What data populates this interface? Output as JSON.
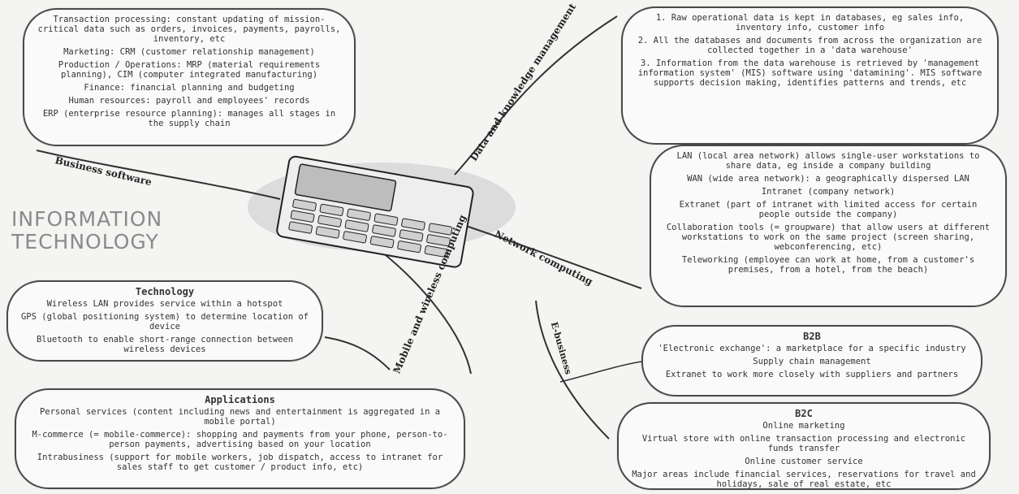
{
  "title": {
    "line1": "INFORMATION",
    "line2": "TECHNOLOGY"
  },
  "branches": {
    "business": "Business software",
    "data": "Data and knowledge management",
    "network": "Network computing",
    "mobile": "Mobile and wireless computing",
    "ebusiness": "E-business"
  },
  "business_software": {
    "items": [
      "Transaction processing: constant updating of mission-critical data such as orders, invoices, payments, payrolls, inventory, etc",
      "Marketing: CRM (customer relationship management)",
      "Production / Operations: MRP (material requirements planning), CIM (computer integrated manufacturing)",
      "Finance: financial planning and budgeting",
      "Human resources: payroll and employees' records",
      "ERP (enterprise resource planning): manages all stages in the supply chain"
    ]
  },
  "data_management": {
    "items": [
      "1. Raw operational data is kept in databases, eg sales info, inventory info, customer info",
      "2. All the databases and documents from across the organization are collected together in a 'data warehouse'",
      "3. Information from the data warehouse is retrieved by 'management information system' (MIS) software using 'datamining'. MIS software supports decision making, identifies patterns and trends, etc"
    ]
  },
  "network_computing": {
    "items": [
      "LAN (local area network) allows single-user workstations to share data, eg inside a company building",
      "WAN (wide area network): a geographically dispersed LAN",
      "Intranet (company network)",
      "Extranet (part of intranet with limited access for certain people outside the company)",
      "Collaboration tools (= groupware) that allow users at different workstations to work on the same project (screen sharing, webconferencing, etc)",
      "Teleworking (employee can work at home, from a customer's premises, from a hotel, from the beach)"
    ]
  },
  "technology": {
    "heading": "Technology",
    "items": [
      "Wireless LAN provides service within a hotspot",
      "GPS (global positioning system) to determine location of device",
      "Bluetooth to enable short-range connection between wireless devices"
    ]
  },
  "applications": {
    "heading": "Applications",
    "items": [
      "Personal services (content including news and entertainment is aggregated in a mobile portal)",
      "M-commerce (= mobile-commerce): shopping and payments from your phone, person-to-person payments, advertising based on your location",
      "Intrabusiness (support for mobile workers, job dispatch, access to intranet for sales staff to get customer / product info, etc)"
    ]
  },
  "b2b": {
    "heading": "B2B",
    "items": [
      "'Electronic exchange': a marketplace for a specific industry",
      "Supply chain management",
      "Extranet to work more closely with suppliers and partners"
    ]
  },
  "b2c": {
    "heading": "B2C",
    "items": [
      "Online marketing",
      "Virtual store with online transaction processing and electronic funds transfer",
      "Online customer service",
      "Major areas include financial services, reservations for travel and holidays, sale of real estate, etc"
    ]
  }
}
